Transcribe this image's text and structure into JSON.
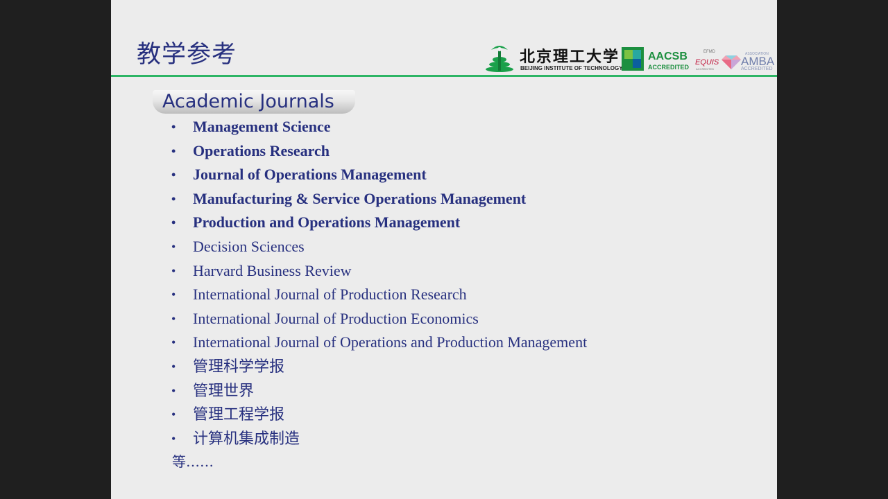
{
  "slide": {
    "title": "教学参考",
    "section_heading": "Academic Journals",
    "journals": [
      {
        "name": "Management Science",
        "bold": true
      },
      {
        "name": "Operations Research",
        "bold": true
      },
      {
        "name": "Journal of Operations Management",
        "bold": true
      },
      {
        "name": "Manufacturing & Service Operations Management",
        "bold": true
      },
      {
        "name": "Production and Operations Management",
        "bold": true
      },
      {
        "name": "Decision Sciences",
        "bold": false
      },
      {
        "name": "Harvard Business Review",
        "bold": false
      },
      {
        "name": "International Journal of Production Research",
        "bold": false
      },
      {
        "name": "International Journal of Production Economics",
        "bold": false
      },
      {
        "name": "International Journal of Operations and Production Management",
        "bold": false
      },
      {
        "name": "管理科学学报",
        "bold": false
      },
      {
        "name": "管理世界",
        "bold": false
      },
      {
        "name": "管理工程学报",
        "bold": false
      },
      {
        "name": "计算机集成制造",
        "bold": false
      }
    ],
    "closing_text": "等……",
    "bullet_char": "•"
  },
  "logos": {
    "university_cn": "北京理工大学",
    "university_en": "BEIJING INSTITUTE OF TECHNOLOGY",
    "aacsb": "AACSB",
    "aacsb_sub": "ACCREDITED",
    "equis_small": "EFMD",
    "equis": "EQUIS",
    "equis_sub": "ACCREDITED",
    "amba_small": "ASSOCIATION",
    "amba": "AMBA",
    "amba_sub": "ACCREDITED"
  },
  "colors": {
    "title_text": "#27307f",
    "header_rule": "#2db565",
    "slide_background": "#ececec",
    "viewer_background": "#1f1f1f"
  }
}
